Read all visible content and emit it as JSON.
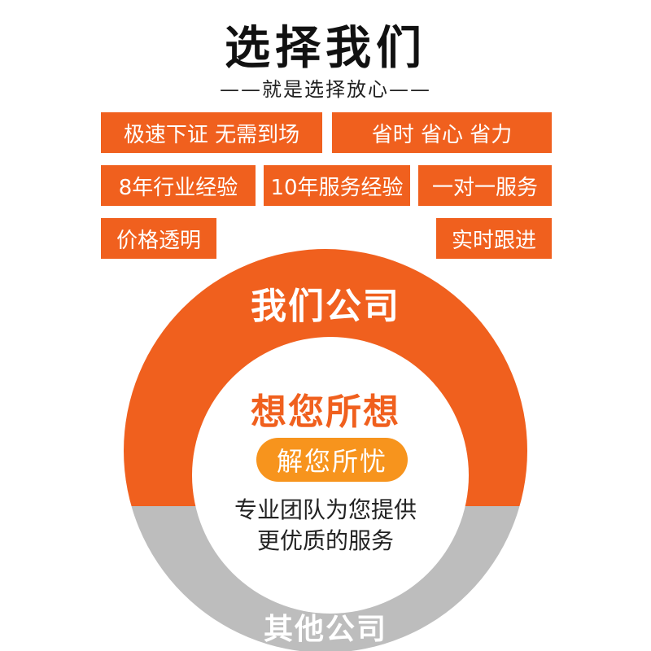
{
  "title": "选择我们",
  "subtitle": "——就是选择放心——",
  "tags": {
    "row1_left": "极速下证   无需到场",
    "row1_right": "省时   省心   省力",
    "row2_left": "8年行业经验",
    "row2_mid": "10年服务经验",
    "row2_right": "一对一服务",
    "row3_left": "价格透明",
    "row3_right": "实时跟进"
  },
  "circle": {
    "outer_top_label": "我们公司",
    "outer_bottom_label": "其他公司",
    "inner_title": "想您所想",
    "pill_label": "解您所忧",
    "desc_line1": "专业团队为您提供",
    "desc_line2": "更优质的服务"
  },
  "colors": {
    "accent": "#f0601e",
    "pill": "#f7941d",
    "gray": "#bdbdbd"
  }
}
